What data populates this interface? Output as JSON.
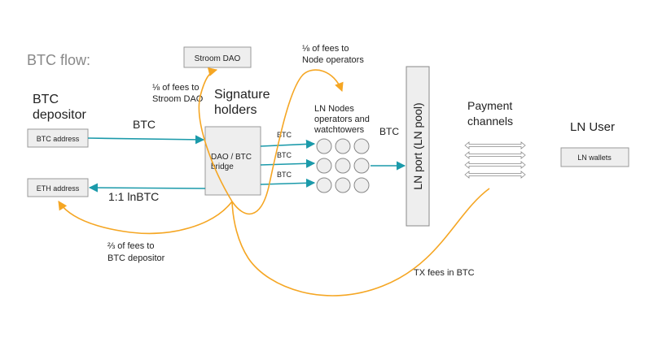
{
  "title": "BTC flow:",
  "colors": {
    "teal": "#1b9aaa",
    "orange": "#f5a623",
    "box_fill": "#eeeeee",
    "box_stroke": "#999999"
  },
  "stroom_dao": "Stroom DAO",
  "btc_depositor": [
    "BTC",
    "depositor"
  ],
  "btc_address": "BTC address",
  "eth_address": "ETH address",
  "btc_label": "BTC",
  "inbtc_label": "1:1 lnBTC",
  "signature_holders": [
    "Signature",
    "holders"
  ],
  "bridge": [
    "DAO / BTC",
    "bridge"
  ],
  "bridge_out_labels": [
    "BTC",
    "BTC",
    "BTC"
  ],
  "node_operators_fee": [
    "⅛ of fees to",
    "Node operators"
  ],
  "stroom_dao_fee": [
    "⅛ of fees to",
    "Stroom DAO"
  ],
  "ln_nodes": [
    "LN Nodes",
    "operators and",
    "watchtowers"
  ],
  "btc_to_port": "BTC",
  "ln_port": "LN port (LN pool)",
  "payment_channels": [
    "Payment",
    "channels"
  ],
  "ln_user": "LN User",
  "ln_wallets": "LN wallets",
  "depositor_fee": [
    "⅔ of fees to",
    "BTC depositor"
  ],
  "tx_fees": "TX fees in BTC"
}
